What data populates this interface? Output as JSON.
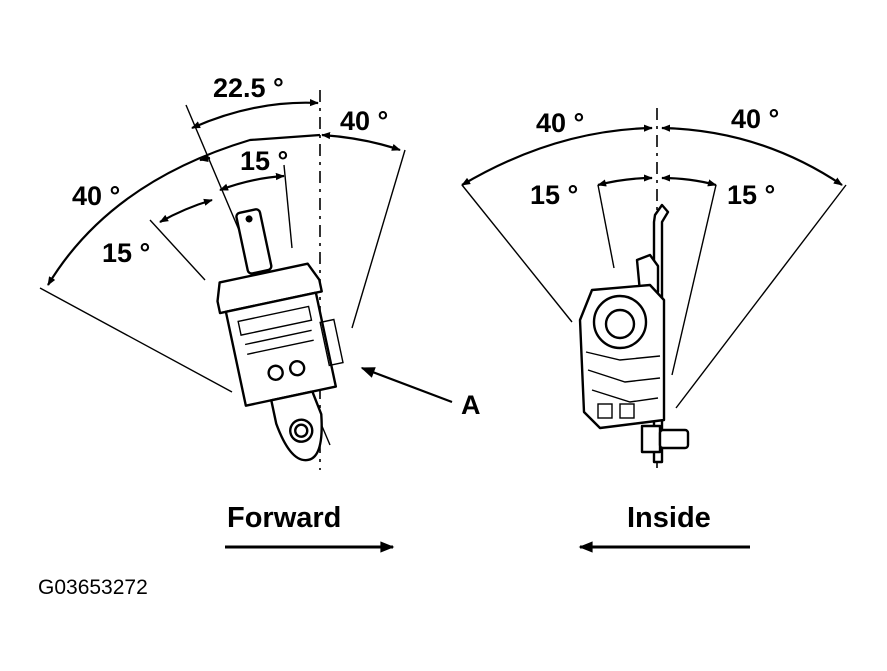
{
  "left_diagram": {
    "angle_top": "22.5 °",
    "angle_right_outer": "40 °",
    "angle_inner_right": "15 °",
    "angle_left_outer": "40 °",
    "angle_left_inner": "15 °",
    "part_callout": "A",
    "direction_label": "Forward"
  },
  "right_diagram": {
    "angle_left_outer": "40 °",
    "angle_right_outer": "40 °",
    "angle_left_inner": "15 °",
    "angle_right_inner": "15 °",
    "direction_label": "Inside"
  },
  "figure_code": "G03653272"
}
